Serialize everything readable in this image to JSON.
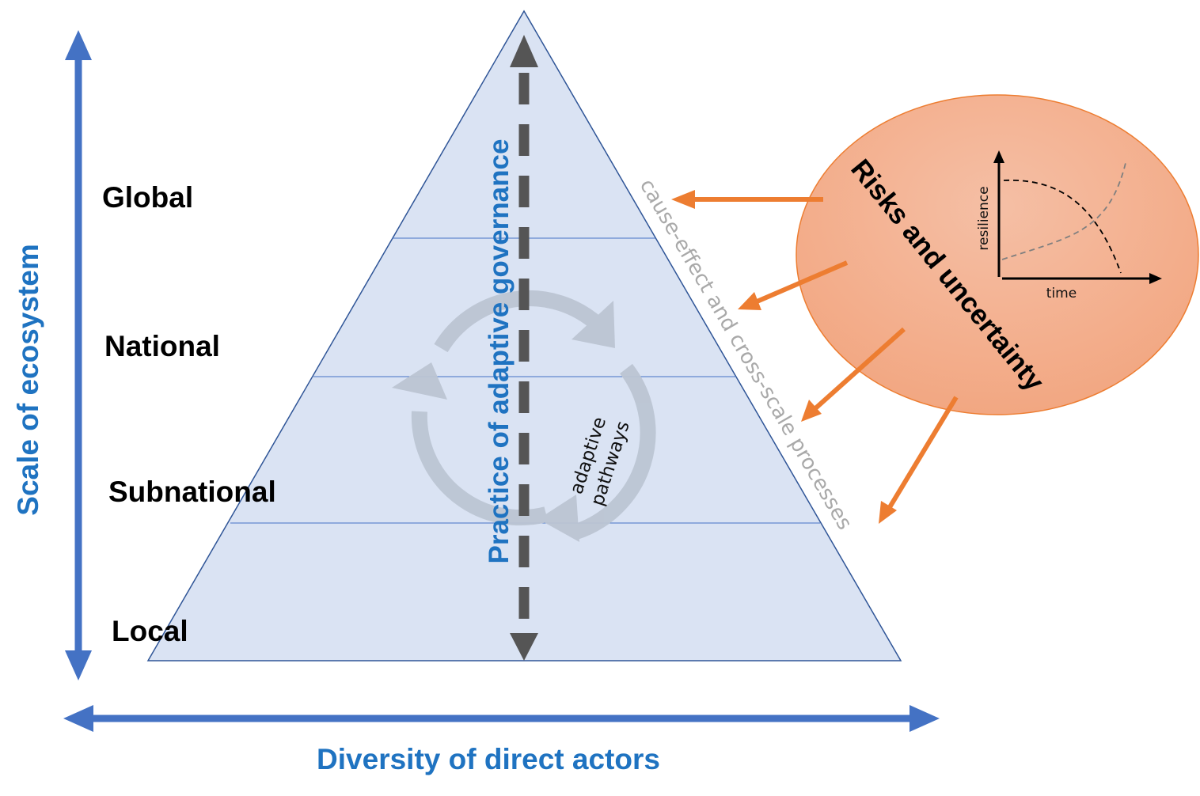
{
  "levels": {
    "global": "Global",
    "national": "National",
    "subnational": "Subnational",
    "local": "Local"
  },
  "axes": {
    "vertical": "Scale of ecosystem",
    "horizontal": "Diversity of direct actors"
  },
  "pyramid": {
    "governance_label": "Practice of adaptive governance",
    "pathways_line1": "adaptive",
    "pathways_line2": "pathways",
    "side_label": "cause-effect and cross-scale processes"
  },
  "risk": {
    "title": "Risks and uncertainty",
    "inset_ylabel": "resilience",
    "inset_xlabel": "time"
  },
  "colors": {
    "axis_blue": "#4472c4",
    "pyramid_fill": "#dae3f3",
    "label_blue": "#1f73c1",
    "risk_orange": "#ed7d31",
    "ellipse_fill": "#f4b89b",
    "dark_arrow": "#555555",
    "cycle_gray": "#bcc5d3"
  }
}
